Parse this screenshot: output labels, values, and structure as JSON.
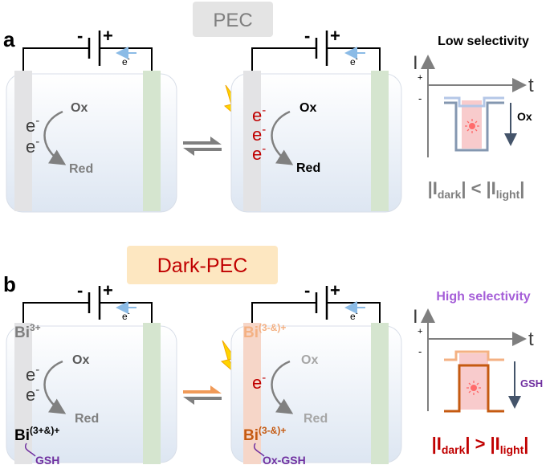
{
  "colors": {
    "cell_fill_top": "#ffffff",
    "cell_fill_bottom": "#dde6f2",
    "cell_stroke": "#d8dee8",
    "left_electrode": "#e3e3e5",
    "left_electrode_b2": "#f6d6c8",
    "right_electrode": "#d5e5cf",
    "wire": "#000000",
    "electron_arrow": "#8bbbe6",
    "curve_arrow": "#808080",
    "equilibrium_gray": "#7f7f7f",
    "equilibrium_orange": "#f09a58",
    "lightning": "#ffd400",
    "lightning_stroke": "#f2a700",
    "pec_box": "#e4e4e4",
    "darkpec_box": "#fde7c1",
    "darkpec_text": "#c00000",
    "red_e": "#c00000",
    "gray_text": "#7f7f7f",
    "dark_gray_text": "#595959",
    "light_gray_text": "#a6a6a6",
    "purple": "#7030a0",
    "orange_bi": "#f4b183",
    "dark_orange": "#c55a11",
    "trace_gray": "#8497b0",
    "trace_light": "#b4c7e7",
    "pink_fill": "#f8cbcc",
    "sun": "#ff6b6b",
    "axis": "#7f7f7f"
  },
  "panel_a": {
    "label": "a",
    "title": "PEC",
    "cell1": {
      "battery_minus": "-",
      "battery_plus": "+",
      "electron": "e",
      "electron_sup": "-",
      "e1": "e",
      "e2": "e",
      "e_sup": "-",
      "ox": "Ox",
      "red": "Red"
    },
    "cell2": {
      "battery_minus": "-",
      "battery_plus": "+",
      "electron": "e",
      "electron_sup": "-",
      "e1": "e",
      "e2": "e",
      "e3": "e",
      "e_sup": "-",
      "ox": "Ox",
      "red": "Red"
    },
    "graph": {
      "title": "Low selectivity",
      "y_axis": "I",
      "x_axis": "t",
      "plus": "+",
      "minus": "-",
      "arrow_label": "Ox",
      "formula": {
        "bar": "|",
        "I": "I",
        "dark": "dark",
        "op": "<",
        "light": "light"
      }
    }
  },
  "panel_b": {
    "label": "b",
    "title": "Dark-PEC",
    "cell1": {
      "battery_minus": "-",
      "battery_plus": "+",
      "electron": "e",
      "electron_sup": "-",
      "bi_top": "Bi",
      "bi_top_sup": "3+",
      "e1": "e",
      "e2": "e",
      "e_sup": "-",
      "ox": "Ox",
      "red": "Red",
      "bi_bottom": "Bi",
      "bi_bottom_sup": "(3+&)+",
      "tail": "GSH"
    },
    "cell2": {
      "battery_minus": "-",
      "battery_plus": "+",
      "electron": "e",
      "electron_sup": "-",
      "bi_top": "Bi",
      "bi_top_sup": "(3-&)+",
      "e1": "e",
      "e_sup": "-",
      "ox": "Ox",
      "red": "Red",
      "bi_bottom": "Bi",
      "bi_bottom_sup": "(3-&)+",
      "tail": "Ox-GSH"
    },
    "graph": {
      "title": "High selectivity",
      "y_axis": "I",
      "x_axis": "t",
      "plus": "+",
      "minus": "-",
      "arrow_label": "GSH",
      "formula": {
        "bar": "|",
        "I": "I",
        "dark": "dark",
        "op": ">",
        "light": "light"
      }
    }
  }
}
